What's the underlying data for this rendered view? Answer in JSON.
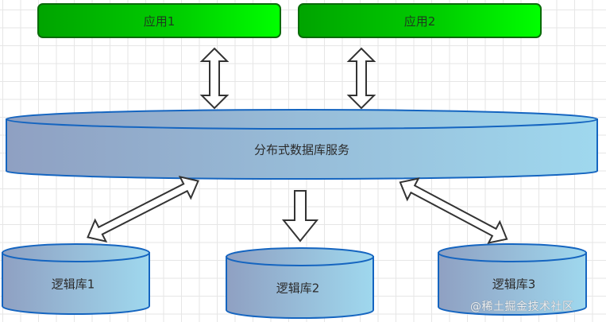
{
  "apps": [
    {
      "label": "应用1"
    },
    {
      "label": "应用2"
    }
  ],
  "service": {
    "label": "分布式数据库服务"
  },
  "logical_dbs": [
    {
      "label": "逻辑库1"
    },
    {
      "label": "逻辑库2"
    },
    {
      "label": "逻辑库3"
    }
  ],
  "connections": [
    {
      "from": "应用1",
      "to": "分布式数据库服务",
      "type": "bidirectional"
    },
    {
      "from": "应用2",
      "to": "分布式数据库服务",
      "type": "bidirectional"
    },
    {
      "from": "分布式数据库服务",
      "to": "逻辑库1",
      "type": "bidirectional"
    },
    {
      "from": "分布式数据库服务",
      "to": "逻辑库2",
      "type": "one-way"
    },
    {
      "from": "分布式数据库服务",
      "to": "逻辑库3",
      "type": "bidirectional"
    }
  ],
  "colors": {
    "app_fill_start": "#00a400",
    "app_fill_end": "#00ff00",
    "app_border": "#0a6b0a",
    "cylinder_fill_start": "#8fa3c4",
    "cylinder_fill_end": "#9fd6ec",
    "cylinder_border": "#1565c0",
    "arrow_stroke": "#333333",
    "grid": "#e6e6e6"
  },
  "watermark": "@稀土掘金技术社区"
}
